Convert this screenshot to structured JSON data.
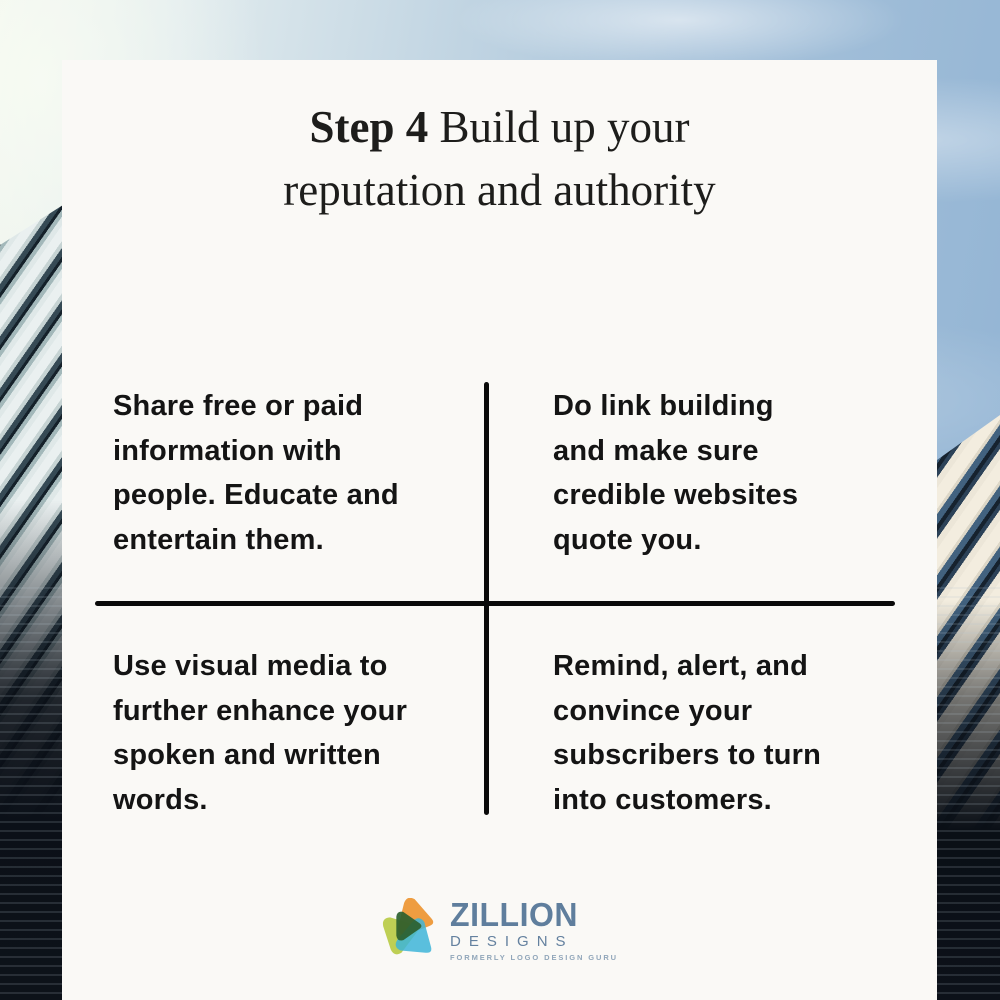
{
  "title": {
    "step": "Step 4",
    "line1_rest": " Build up your",
    "line2": "reputation and authority"
  },
  "quadrants": {
    "top_left": "Share free or paid information with people. Educate and entertain them.",
    "top_right": "Do link building and make sure credible websites quote you.",
    "bottom_left": "Use visual media to further enhance your spoken and written words.",
    "bottom_right": "Remind, alert, and convince your subscribers to turn into customers."
  },
  "logo": {
    "brand": "ZILLION",
    "sub": "DESIGNS",
    "tagline": "FORMERLY LOGO DESIGN GURU"
  },
  "colors": {
    "card_background": "#faf9f6",
    "title_text": "#1d1d1b",
    "body_text": "#141414",
    "divider": "#0a0a0a",
    "logo_blue": "#5f7e9d",
    "logo_mark_orange": "#ec8f28",
    "logo_mark_lime": "#b5c83e",
    "logo_mark_teal": "#3db5d8",
    "logo_mark_green": "#2b5f2e",
    "sky_blue": "#8fb2d3"
  }
}
